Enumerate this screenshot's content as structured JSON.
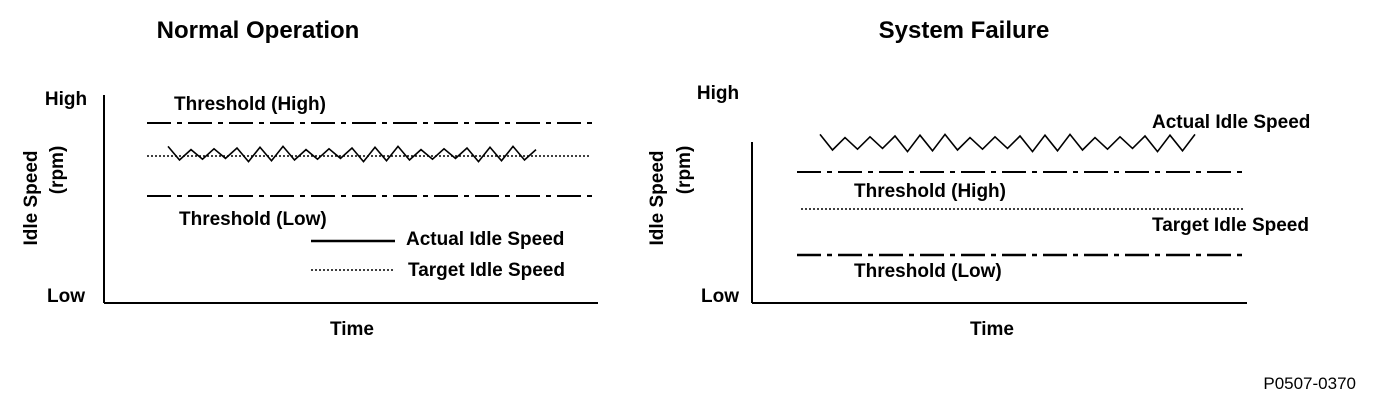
{
  "figure_code": "P0507-0370",
  "legend": {
    "actual": "Actual Idle Speed",
    "target": "Target Idle Speed"
  },
  "panels": [
    {
      "title": "Normal Operation",
      "y_axis_label": "Idle Speed",
      "y_axis_unit": "(rpm)",
      "y_high": "High",
      "y_low": "Low",
      "x_axis_label": "Time",
      "threshold_high": "Threshold (High)",
      "threshold_low": "Threshold (Low)"
    },
    {
      "title": "System Failure",
      "y_axis_label": "Idle Speed",
      "y_axis_unit": "(rpm)",
      "y_high": "High",
      "y_low": "Low",
      "x_axis_label": "Time",
      "threshold_high": "Threshold (High)",
      "threshold_low": "Threshold (Low)",
      "actual_label": "Actual Idle Speed",
      "target_label": "Target Idle Speed"
    }
  ]
}
